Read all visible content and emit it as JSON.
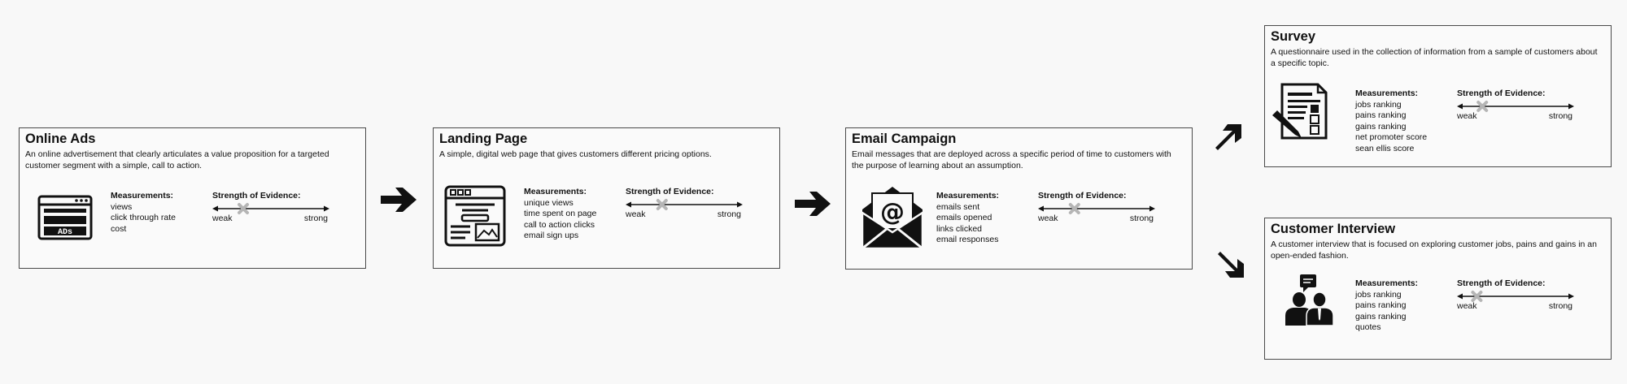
{
  "cards": {
    "online_ads": {
      "title": "Online Ads",
      "description": "An online advertisement that clearly articulates a value proposition for a targeted customer segment with a simple, call to action.",
      "icon": "ads-browser-icon",
      "icon_text": "ADs",
      "measurements_label": "Measurements:",
      "measurements": [
        "views",
        "click through rate",
        "cost"
      ],
      "strength_label": "Strength of Evidence:",
      "weak": "weak",
      "strong": "strong",
      "strength_level": 0.25
    },
    "landing_page": {
      "title": "Landing Page",
      "description": "A simple, digital web page that gives customers different pricing options.",
      "icon": "web-page-icon",
      "measurements_label": "Measurements:",
      "measurements": [
        "unique views",
        "time spent on page",
        "call to action clicks",
        "email sign ups"
      ],
      "strength_label": "Strength of Evidence:",
      "weak": "weak",
      "strong": "strong",
      "strength_level": 0.3
    },
    "email_campaign": {
      "title": "Email Campaign",
      "description": "Email messages that are deployed across a specific period of time to customers with the purpose of learning about an assumption.",
      "icon": "email-envelope-icon",
      "measurements_label": "Measurements:",
      "measurements": [
        "emails sent",
        "emails opened",
        "links clicked",
        "email responses"
      ],
      "strength_label": "Strength of Evidence:",
      "weak": "weak",
      "strong": "strong",
      "strength_level": 0.3
    },
    "survey": {
      "title": "Survey",
      "description": "A questionnaire used in the collection of information from a sample of customers about a specific topic.",
      "icon": "survey-form-icon",
      "measurements_label": "Measurements:",
      "measurements": [
        "jobs ranking",
        "pains ranking",
        "gains ranking",
        "net promoter score",
        "sean ellis score"
      ],
      "strength_label": "Strength of Evidence:",
      "weak": "weak",
      "strong": "strong",
      "strength_level": 0.2
    },
    "customer_interview": {
      "title": "Customer Interview",
      "description": "A customer interview that is focused on exploring customer jobs, pains and gains in an open-ended fashion.",
      "icon": "interview-people-icon",
      "measurements_label": "Measurements:",
      "measurements": [
        "jobs ranking",
        "pains ranking",
        "gains ranking",
        "quotes"
      ],
      "strength_label": "Strength of Evidence:",
      "weak": "weak",
      "strong": "strong",
      "strength_level": 0.15
    }
  },
  "arrows": [
    "right-arrow-icon",
    "right-arrow-icon",
    "up-right-arrow-icon",
    "down-right-arrow-icon"
  ],
  "colors": {
    "marker": "#b5b5b5",
    "border": "#4a4a4a",
    "ink": "#111111"
  }
}
